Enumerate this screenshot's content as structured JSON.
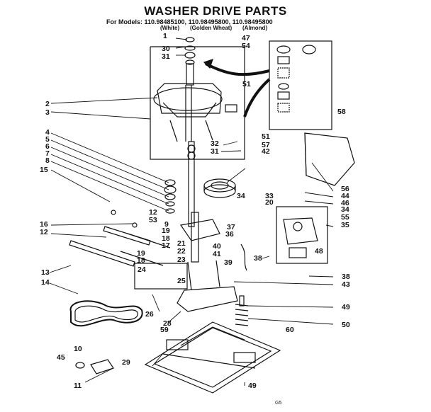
{
  "header": {
    "title": "WASHER DRIVE PARTS",
    "models_line": "For Models: 110.98485100, 110.98495800, 110.98495800",
    "model_colors": [
      "(White)",
      "(Golden Wheat)",
      "(Almond)"
    ]
  },
  "footer": {
    "code": "G5"
  },
  "callouts": [
    {
      "id": "c1",
      "text": "1"
    },
    {
      "id": "c47",
      "text": "47"
    },
    {
      "id": "c54",
      "text": "54"
    },
    {
      "id": "c30",
      "text": "30"
    },
    {
      "id": "c31a",
      "text": "31"
    },
    {
      "id": "c51a",
      "text": "51"
    },
    {
      "id": "c2",
      "text": "2"
    },
    {
      "id": "c3",
      "text": "3"
    },
    {
      "id": "c58",
      "text": "58"
    },
    {
      "id": "c4",
      "text": "4"
    },
    {
      "id": "c5",
      "text": "5"
    },
    {
      "id": "c6",
      "text": "6"
    },
    {
      "id": "c7",
      "text": "7"
    },
    {
      "id": "c8",
      "text": "8"
    },
    {
      "id": "c15",
      "text": "15"
    },
    {
      "id": "c51b",
      "text": "51"
    },
    {
      "id": "c57",
      "text": "57"
    },
    {
      "id": "c42",
      "text": "42"
    },
    {
      "id": "c32",
      "text": "32"
    },
    {
      "id": "c31b",
      "text": "31"
    },
    {
      "id": "c34a",
      "text": "34"
    },
    {
      "id": "c33",
      "text": "33"
    },
    {
      "id": "c20",
      "text": "20"
    },
    {
      "id": "c56",
      "text": "56"
    },
    {
      "id": "c44",
      "text": "44"
    },
    {
      "id": "c46",
      "text": "46"
    },
    {
      "id": "c34b",
      "text": "34"
    },
    {
      "id": "c55",
      "text": "55"
    },
    {
      "id": "c35",
      "text": "35"
    },
    {
      "id": "c16",
      "text": "16"
    },
    {
      "id": "c12a",
      "text": "12"
    },
    {
      "id": "c53",
      "text": "53"
    },
    {
      "id": "c12b",
      "text": "12"
    },
    {
      "id": "c9",
      "text": "9"
    },
    {
      "id": "c19a",
      "text": "19"
    },
    {
      "id": "c18a",
      "text": "18"
    },
    {
      "id": "c17",
      "text": "17"
    },
    {
      "id": "c21",
      "text": "21"
    },
    {
      "id": "c22",
      "text": "22"
    },
    {
      "id": "c37",
      "text": "37"
    },
    {
      "id": "c36",
      "text": "36"
    },
    {
      "id": "c40",
      "text": "40"
    },
    {
      "id": "c41",
      "text": "41"
    },
    {
      "id": "c38a",
      "text": "38"
    },
    {
      "id": "c48",
      "text": "48"
    },
    {
      "id": "c19b",
      "text": "19"
    },
    {
      "id": "c18b",
      "text": "18"
    },
    {
      "id": "c23",
      "text": "23"
    },
    {
      "id": "c39",
      "text": "39"
    },
    {
      "id": "c13",
      "text": "13"
    },
    {
      "id": "c24",
      "text": "24"
    },
    {
      "id": "c14",
      "text": "14"
    },
    {
      "id": "c25",
      "text": "25"
    },
    {
      "id": "c38b",
      "text": "38"
    },
    {
      "id": "c43",
      "text": "43"
    },
    {
      "id": "c26",
      "text": "26"
    },
    {
      "id": "c49a",
      "text": "49"
    },
    {
      "id": "c28",
      "text": "28"
    },
    {
      "id": "c50",
      "text": "50"
    },
    {
      "id": "c59",
      "text": "59"
    },
    {
      "id": "c60",
      "text": "60"
    },
    {
      "id": "c10",
      "text": "10"
    },
    {
      "id": "c45",
      "text": "45"
    },
    {
      "id": "c29",
      "text": "29"
    },
    {
      "id": "c11",
      "text": "11"
    },
    {
      "id": "c49b",
      "text": "49"
    }
  ]
}
